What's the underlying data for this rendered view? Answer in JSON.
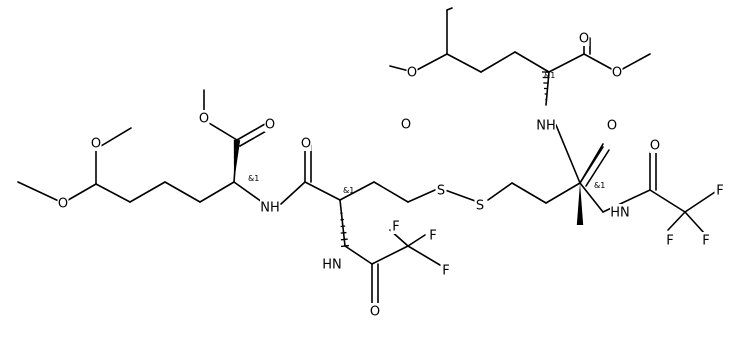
{
  "atom_labels": {
    "O": "O",
    "NH": "NH",
    "HN": "HN",
    "S": "S",
    "F": "F"
  },
  "stereo_label": "&1",
  "colors": {
    "bond": "#000000",
    "background": "#ffffff"
  }
}
